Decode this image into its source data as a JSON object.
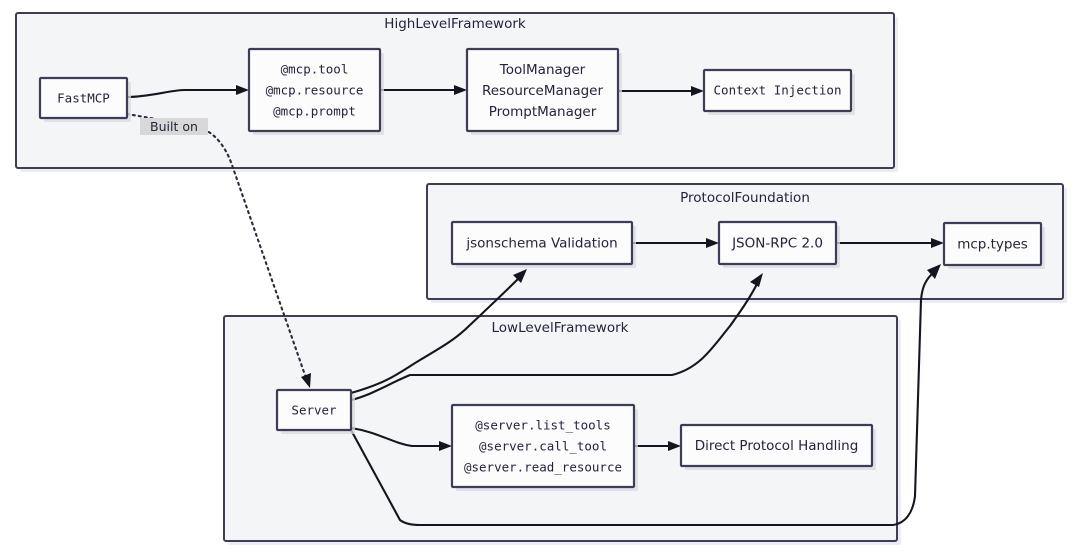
{
  "diagram": {
    "type": "flowchart",
    "background": "#ffffff",
    "colors": {
      "cluster_fill": "#f4f5f7",
      "cluster_stroke": "#3f3d56",
      "node_fill": "#fcfcfd",
      "node_stroke": "#3f3d56",
      "edge_stroke": "#15151f",
      "edge_label_bg": "#d8d8d8",
      "text": "#24243a"
    },
    "clusters": [
      {
        "id": "high",
        "label": "HighLevelFramework"
      },
      {
        "id": "protocol",
        "label": "ProtocolFoundation"
      },
      {
        "id": "low",
        "label": "LowLevelFramework"
      }
    ],
    "nodes": [
      {
        "id": "fastmcp",
        "label": "FastMCP",
        "cluster": "high",
        "mono": true
      },
      {
        "id": "mcp_decorators",
        "cluster": "high",
        "mono": true,
        "lines": [
          "@mcp.tool",
          "@mcp.resource",
          "@mcp.prompt"
        ]
      },
      {
        "id": "managers",
        "cluster": "high",
        "mono": false,
        "lines": [
          "ToolManager",
          "ResourceManager",
          "PromptManager"
        ]
      },
      {
        "id": "context_injection",
        "label": "Context Injection",
        "cluster": "high",
        "mono": true
      },
      {
        "id": "jsonschema",
        "label": "jsonschema Validation",
        "cluster": "protocol",
        "mono": false
      },
      {
        "id": "jsonrpc",
        "label": "JSON-RPC 2.0",
        "cluster": "protocol",
        "mono": false
      },
      {
        "id": "mcp_types",
        "label": "mcp.types",
        "cluster": "protocol",
        "mono": false
      },
      {
        "id": "server",
        "label": "Server",
        "cluster": "low",
        "mono": true
      },
      {
        "id": "server_decorators",
        "cluster": "low",
        "mono": true,
        "lines": [
          "@server.list_tools",
          "@server.call_tool",
          "@server.read_resource"
        ]
      },
      {
        "id": "direct_protocol",
        "label": "Direct Protocol Handling",
        "cluster": "low",
        "mono": false
      }
    ],
    "edges": [
      {
        "from": "fastmcp",
        "to": "mcp_decorators",
        "style": "solid",
        "label": ""
      },
      {
        "from": "mcp_decorators",
        "to": "managers",
        "style": "solid",
        "label": ""
      },
      {
        "from": "managers",
        "to": "context_injection",
        "style": "solid",
        "label": ""
      },
      {
        "from": "fastmcp",
        "to": "server",
        "style": "dotted",
        "label": "Built on"
      },
      {
        "from": "jsonschema",
        "to": "jsonrpc",
        "style": "solid",
        "label": ""
      },
      {
        "from": "jsonrpc",
        "to": "mcp_types",
        "style": "solid",
        "label": ""
      },
      {
        "from": "server",
        "to": "jsonschema",
        "style": "solid",
        "label": ""
      },
      {
        "from": "server",
        "to": "jsonrpc",
        "style": "solid",
        "label": ""
      },
      {
        "from": "server",
        "to": "mcp_types",
        "style": "solid",
        "label": ""
      },
      {
        "from": "server",
        "to": "server_decorators",
        "style": "solid",
        "label": ""
      },
      {
        "from": "server_decorators",
        "to": "direct_protocol",
        "style": "solid",
        "label": ""
      }
    ]
  }
}
